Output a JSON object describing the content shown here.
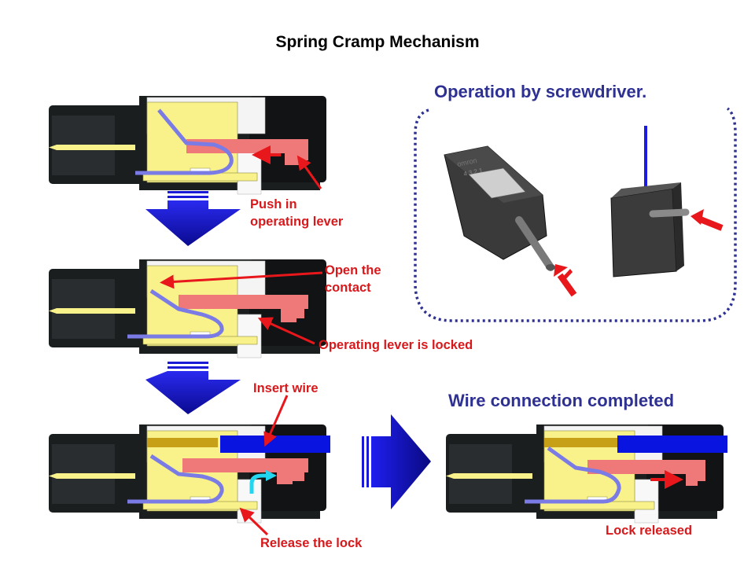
{
  "title": "Spring Cramp Mechanism",
  "panels": {
    "screwdriver": {
      "heading": "Operation by screwdriver.",
      "connector_brand": "omron",
      "connector_pin_numbers": "4 3 2 1"
    },
    "completed": {
      "heading": "Wire connection completed"
    }
  },
  "annotations": {
    "push_in": [
      "Push in",
      "operating lever"
    ],
    "open_contact": [
      "Open the",
      "contact"
    ],
    "lever_locked": "Operating lever is locked",
    "insert_wire": "Insert wire",
    "release_lock": "Release the lock",
    "lock_released": "Lock released"
  },
  "colors": {
    "housing": "#1b1e1f",
    "contact_yellow": "#f9f28a",
    "spring_blue": "#7b7be6",
    "lever_pink": "#ef7878",
    "wire_blue": "#0a14e0",
    "conductor_gold": "#c8a018",
    "arrow_red": "#e8171b",
    "step_arrow_blue": "#1a1ad6",
    "dotted_border": "#2e3192",
    "cyan_arrow": "#22d6f0"
  }
}
